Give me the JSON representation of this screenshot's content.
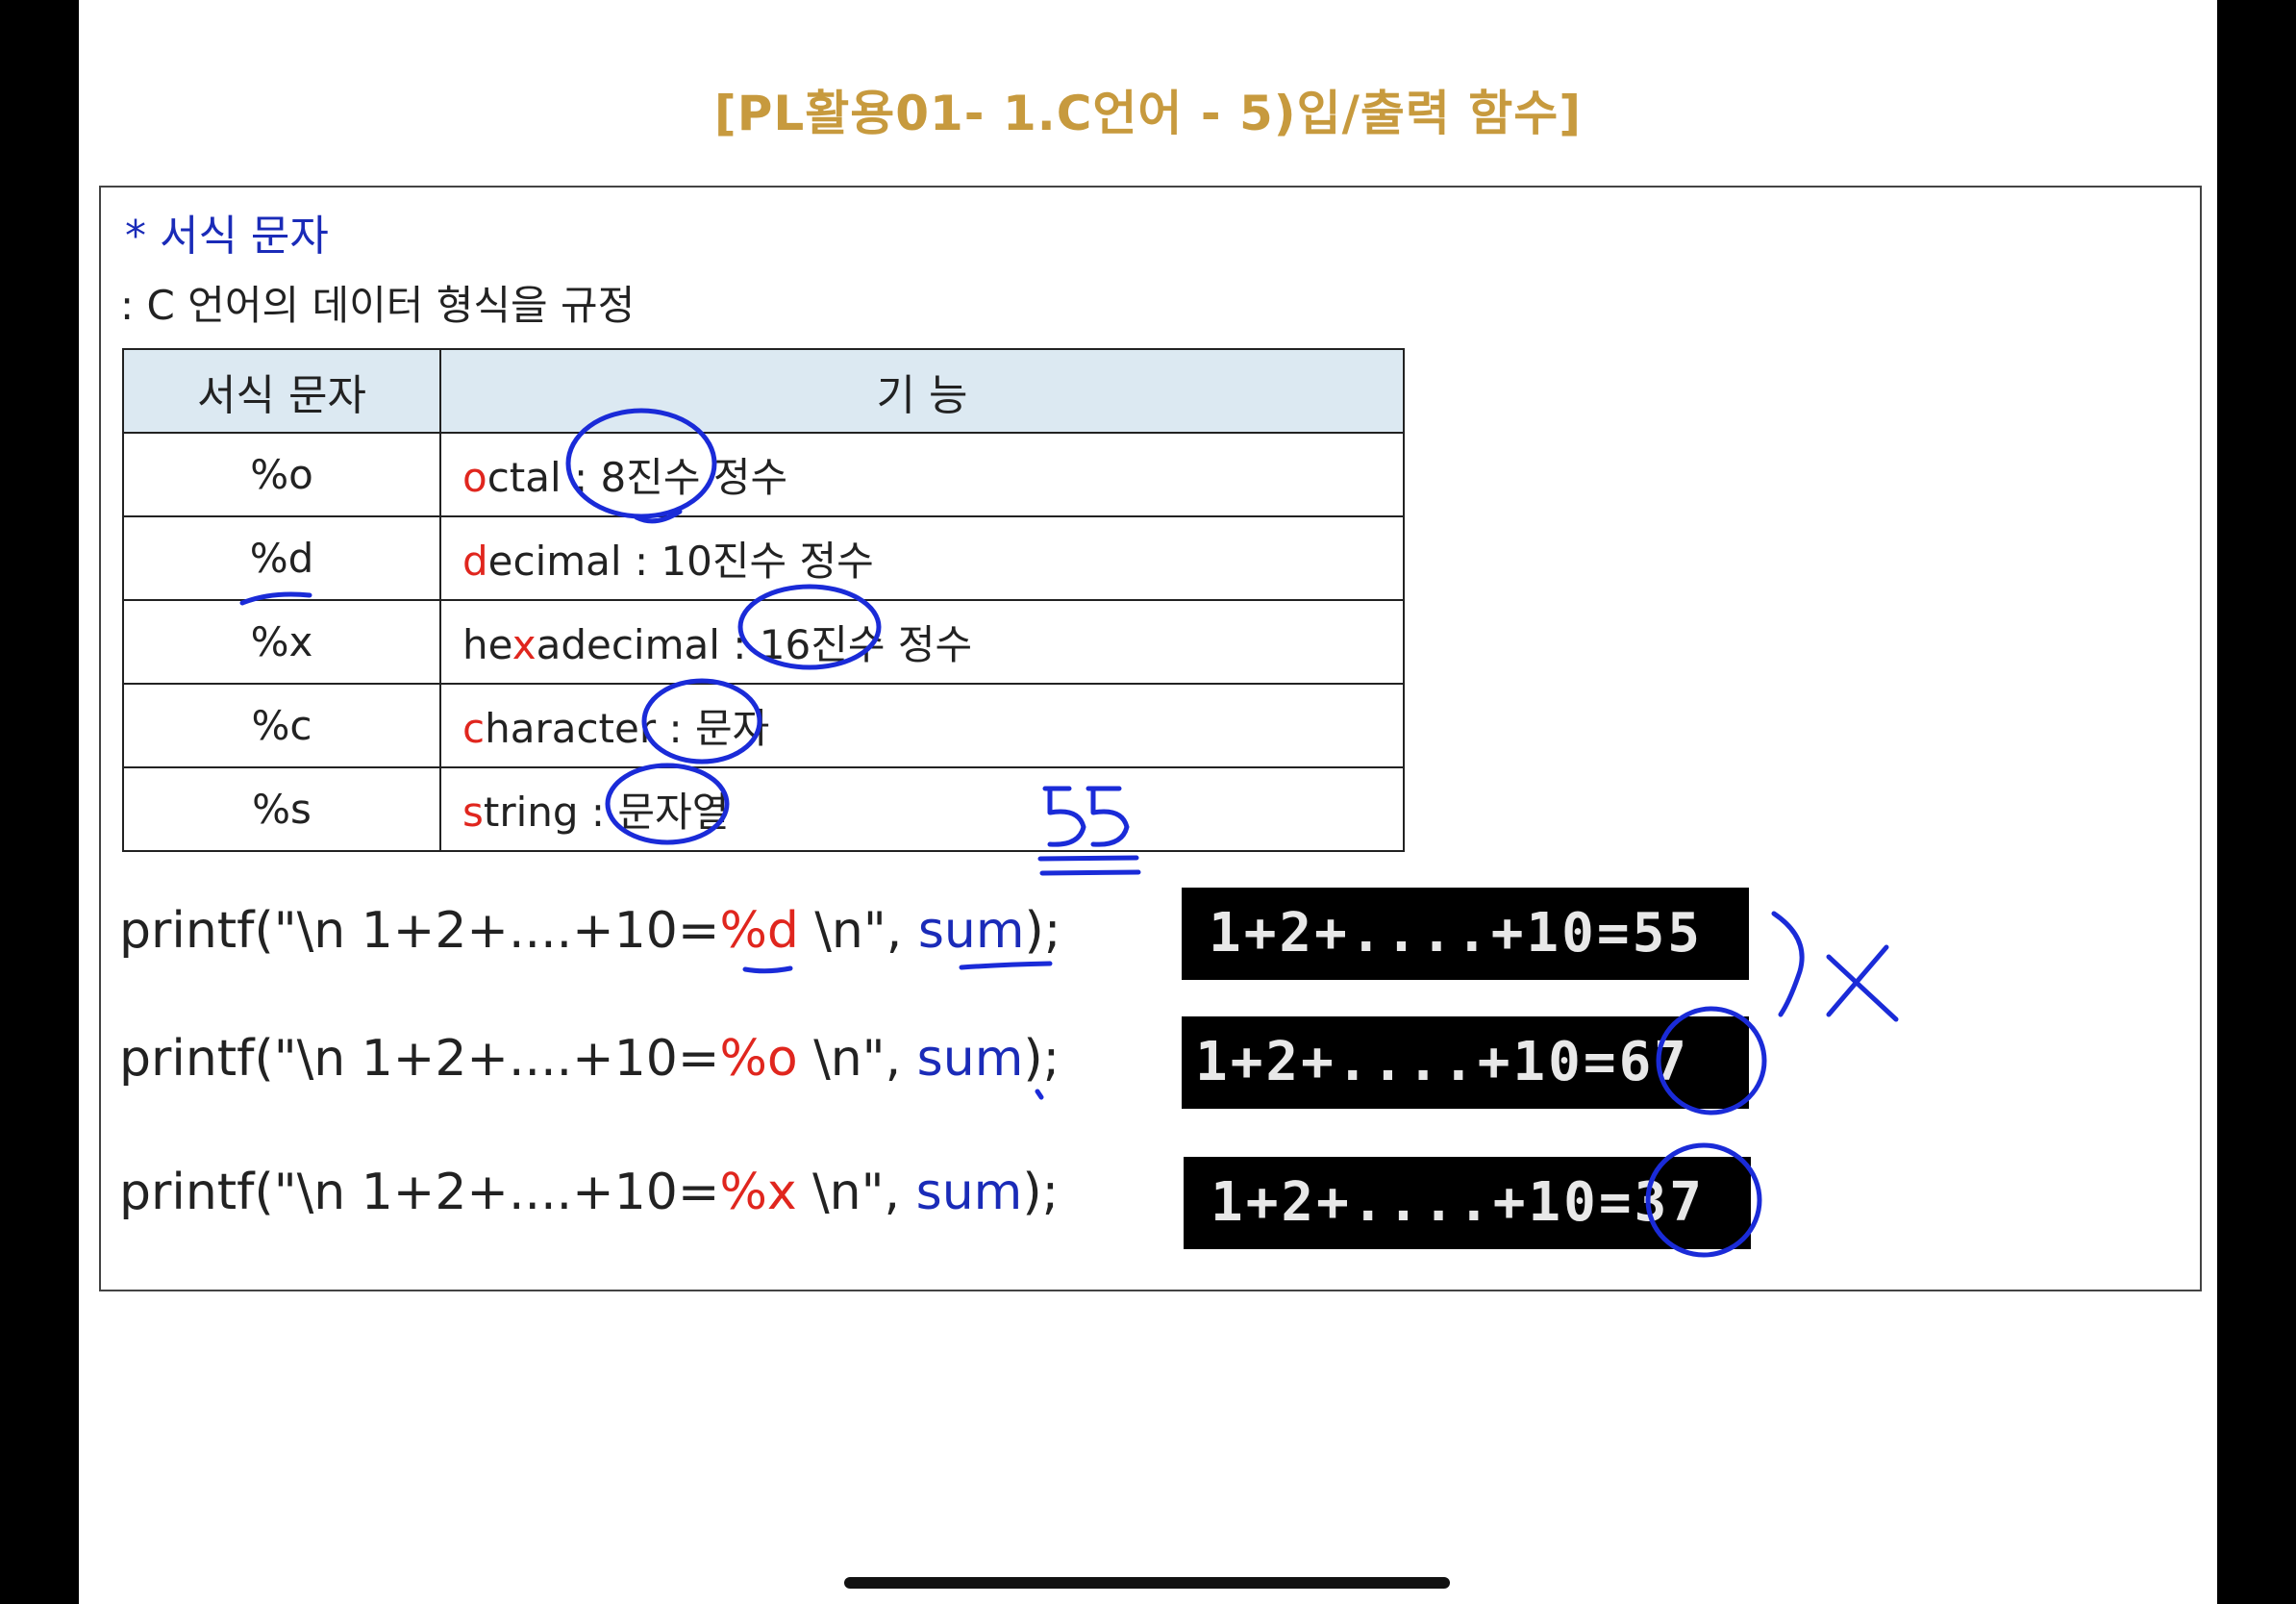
{
  "title": "[PL활용01- 1.C언어 - 5)입/출력 함수]",
  "section": {
    "heading": "* 서식 문자",
    "subtitle": ": C 언어의 데이터 형식을 규정"
  },
  "table": {
    "headers": [
      "서식 문자",
      "기 능"
    ],
    "rows": [
      {
        "spec": "%o",
        "first": "o",
        "rest_word": "ctal",
        "desc": " : 8진수 정수"
      },
      {
        "spec": "%d",
        "first": "d",
        "rest_word": "ecimal",
        "desc": " : 10진수 정수"
      },
      {
        "spec": "%x",
        "pre": "he",
        "first": "x",
        "rest_word": "adecimal",
        "desc": " : 16진수 정수"
      },
      {
        "spec": "%c",
        "first": "c",
        "rest_word": "haracter",
        "desc": " : 문자"
      },
      {
        "spec": "%s",
        "first": "s",
        "rest_word": "tring",
        "desc": " : 문자열"
      }
    ]
  },
  "code": [
    {
      "prefix": "printf(\"\\n 1+2+....+10=",
      "fmt": "%d",
      "mid": " \\n\", ",
      "arg": "sum",
      "suffix": ");"
    },
    {
      "prefix": "printf(\"\\n 1+2+....+10=",
      "fmt": "%o",
      "mid": " \\n\", ",
      "arg": "sum",
      "suffix": ");"
    },
    {
      "prefix": "printf(\"\\n 1+2+....+10=",
      "fmt": "%x",
      "mid": " \\n\", ",
      "arg": "sum",
      "suffix": ");"
    }
  ],
  "outputs": [
    "1+2+....+10=55",
    "1+2+....+10=67",
    "1+2+....+10=37"
  ],
  "annotations": {
    "handwritten_55": "55",
    "handwritten_x": "X"
  },
  "colors": {
    "title": "#c79a3e",
    "heading": "#1a2bb8",
    "accent_red": "#e0261e",
    "ink_blue": "#1a2bd8",
    "table_header_bg": "#dce9f2"
  }
}
